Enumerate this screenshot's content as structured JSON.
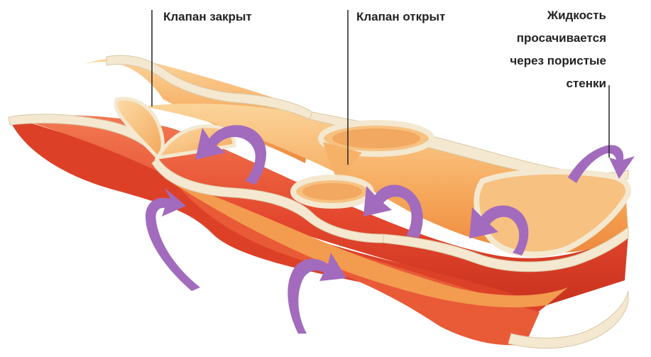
{
  "labels": {
    "valve_closed": "Клапан закрыт",
    "valve_open": "Клапан открыт",
    "seepage_line1": "Жидкость",
    "seepage_line2": "просачивается",
    "seepage_line3": "через пористые",
    "seepage_line4": "стенки"
  },
  "colors": {
    "outer_wall": "#e4472d",
    "outer_wall_light": "#f27a52",
    "inner_wall": "#f6a85b",
    "inner_wall_light": "#fbd49a",
    "wall_cut": "#f4e8d0",
    "wall_cut_edge": "#d9c7a4",
    "arrow": "#a26bbd",
    "arrow_dark": "#7f4c9a",
    "leader_line": "#222222"
  }
}
